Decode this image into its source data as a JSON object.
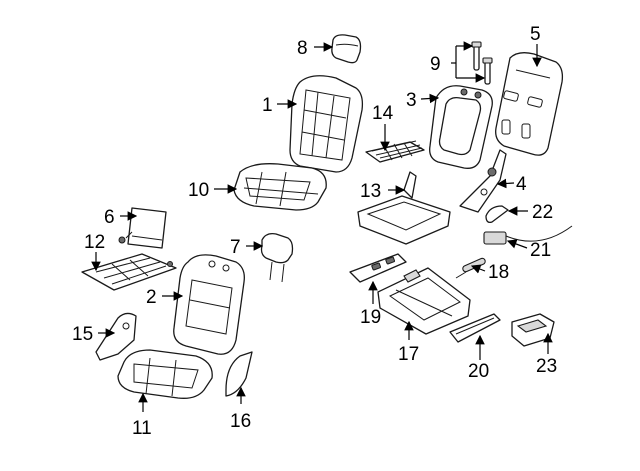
{
  "colors": {
    "background": "#ffffff",
    "line": "#1a1a1a",
    "shade": "#d9d9d9",
    "dark": "#6b6b6b"
  },
  "callouts": {
    "c1": "1",
    "c2": "2",
    "c3": "3",
    "c4": "4",
    "c5": "5",
    "c6": "6",
    "c7": "7",
    "c8": "8",
    "c9": "9",
    "c10": "10",
    "c11": "11",
    "c12": "12",
    "c13": "13",
    "c14": "14",
    "c15": "15",
    "c16": "16",
    "c17": "17",
    "c18": "18",
    "c19": "19",
    "c20": "20",
    "c21": "21",
    "c22": "22",
    "c23": "23"
  }
}
